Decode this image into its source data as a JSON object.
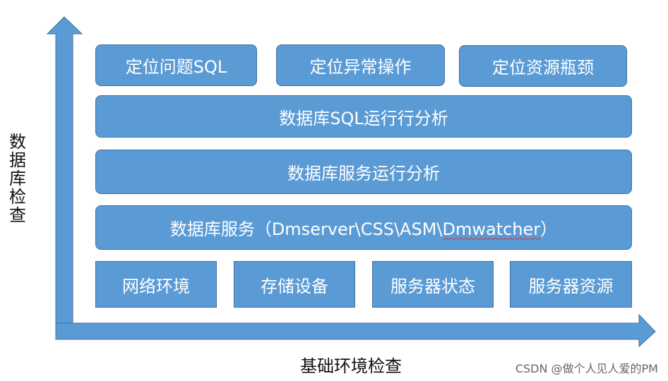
{
  "colors": {
    "box_fill": "#5b9bd5",
    "box_border": "#41719c",
    "box_text": "#ffffff",
    "axis_fill": "#5b9bd5",
    "label_text": "#111111"
  },
  "axes": {
    "y_label": "数据库检查",
    "x_label": "基础环境检查"
  },
  "layers": {
    "top_row": [
      "定位问题SQL",
      "定位异常操作",
      "定位资源瓶颈"
    ],
    "sql_analysis": "数据库SQL运行行分析",
    "service_analysis": "数据库服务运行分析",
    "service": {
      "prefix": "数据库服务（Dmserver\\CSS\\ASM\\",
      "underlined": "Dmwatcher",
      "suffix": "）"
    },
    "bottom_row": [
      "网络环境",
      "存储设备",
      "服务器状态",
      "服务器资源"
    ]
  },
  "watermark": "CSDN @做个人见人爱的PM"
}
